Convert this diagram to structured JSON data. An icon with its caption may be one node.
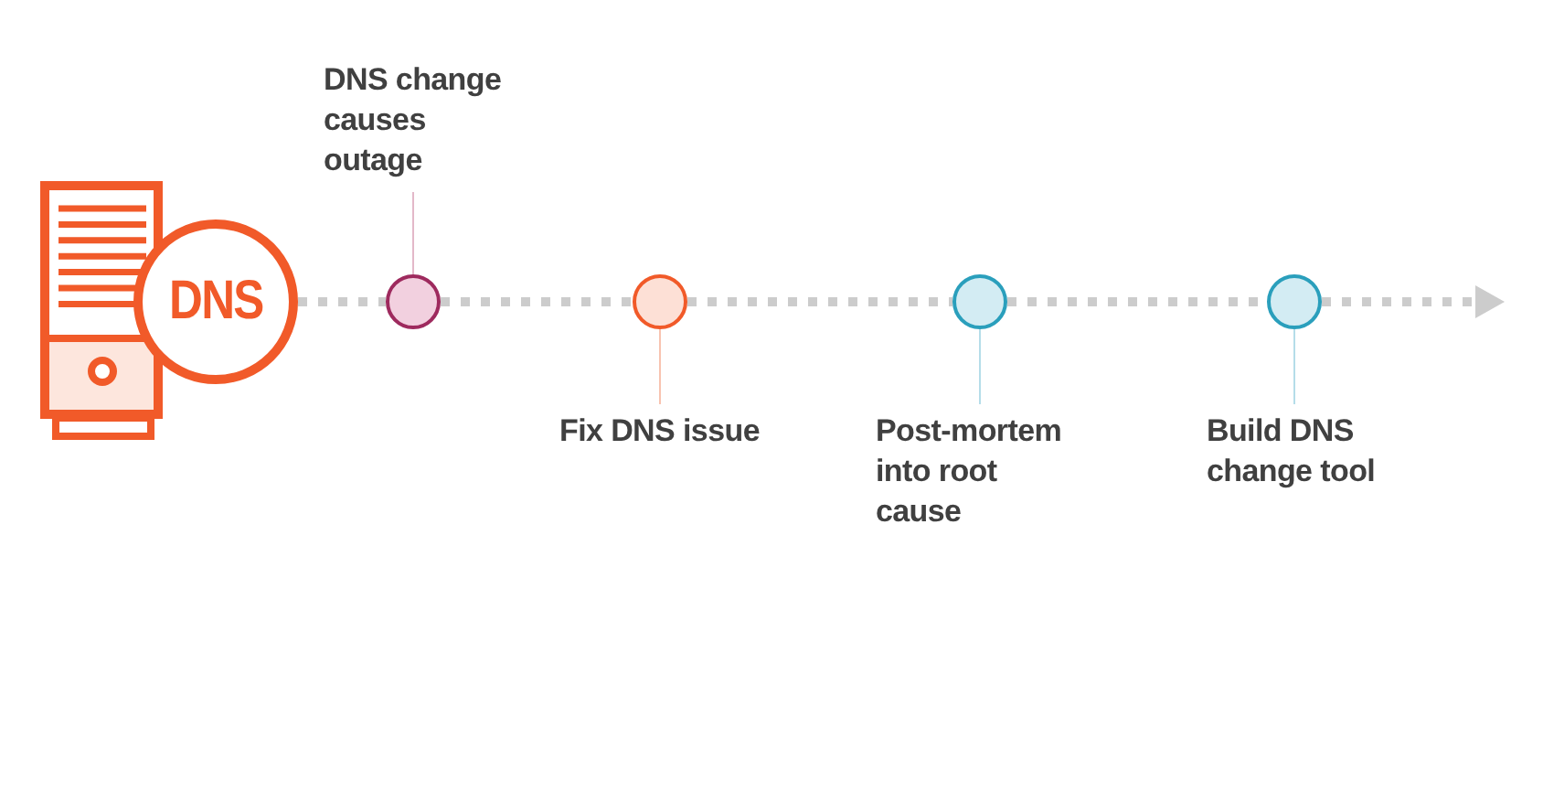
{
  "diagram": {
    "nodes": [
      {
        "text": [
          "DNS"
        ]
      },
      {
        "text": [],
        "shape": "circle"
      },
      {
        "text": [],
        "shape": "circle"
      },
      {
        "text": [],
        "shape": "circle"
      },
      {
        "text": [],
        "shape": "circle"
      },
      {
        "text": [
          "DNS change causes outage"
        ]
      },
      {
        "text": [
          "Fix DNS issue"
        ]
      },
      {
        "text": [
          "Post-mortem into root cause"
        ]
      },
      {
        "text": [
          "Build DNS change tool"
        ]
      }
    ],
    "edges": [
      {
        "from": 0,
        "to": 1,
        "arrow": "none",
        "style": "dashed"
      },
      {
        "from": 1,
        "to": 2,
        "arrow": "none",
        "style": "dashed"
      },
      {
        "from": 2,
        "to": 3,
        "arrow": "none",
        "style": "dashed"
      },
      {
        "from": 3,
        "to": 4,
        "arrow": "none",
        "style": "dashed"
      },
      {
        "from": 4,
        "to": null,
        "arrow": "to",
        "style": "dashed"
      },
      {
        "from": 5,
        "to": 1,
        "arrow": "none",
        "color": "#e3b8c9"
      },
      {
        "from": 6,
        "to": 2,
        "arrow": "none",
        "color": "#f8c3b0"
      },
      {
        "from": 7,
        "to": 3,
        "arrow": "none",
        "color": "#b5dde9"
      },
      {
        "from": 8,
        "to": 4,
        "arrow": "none",
        "color": "#b5dde9"
      }
    ]
  }
}
